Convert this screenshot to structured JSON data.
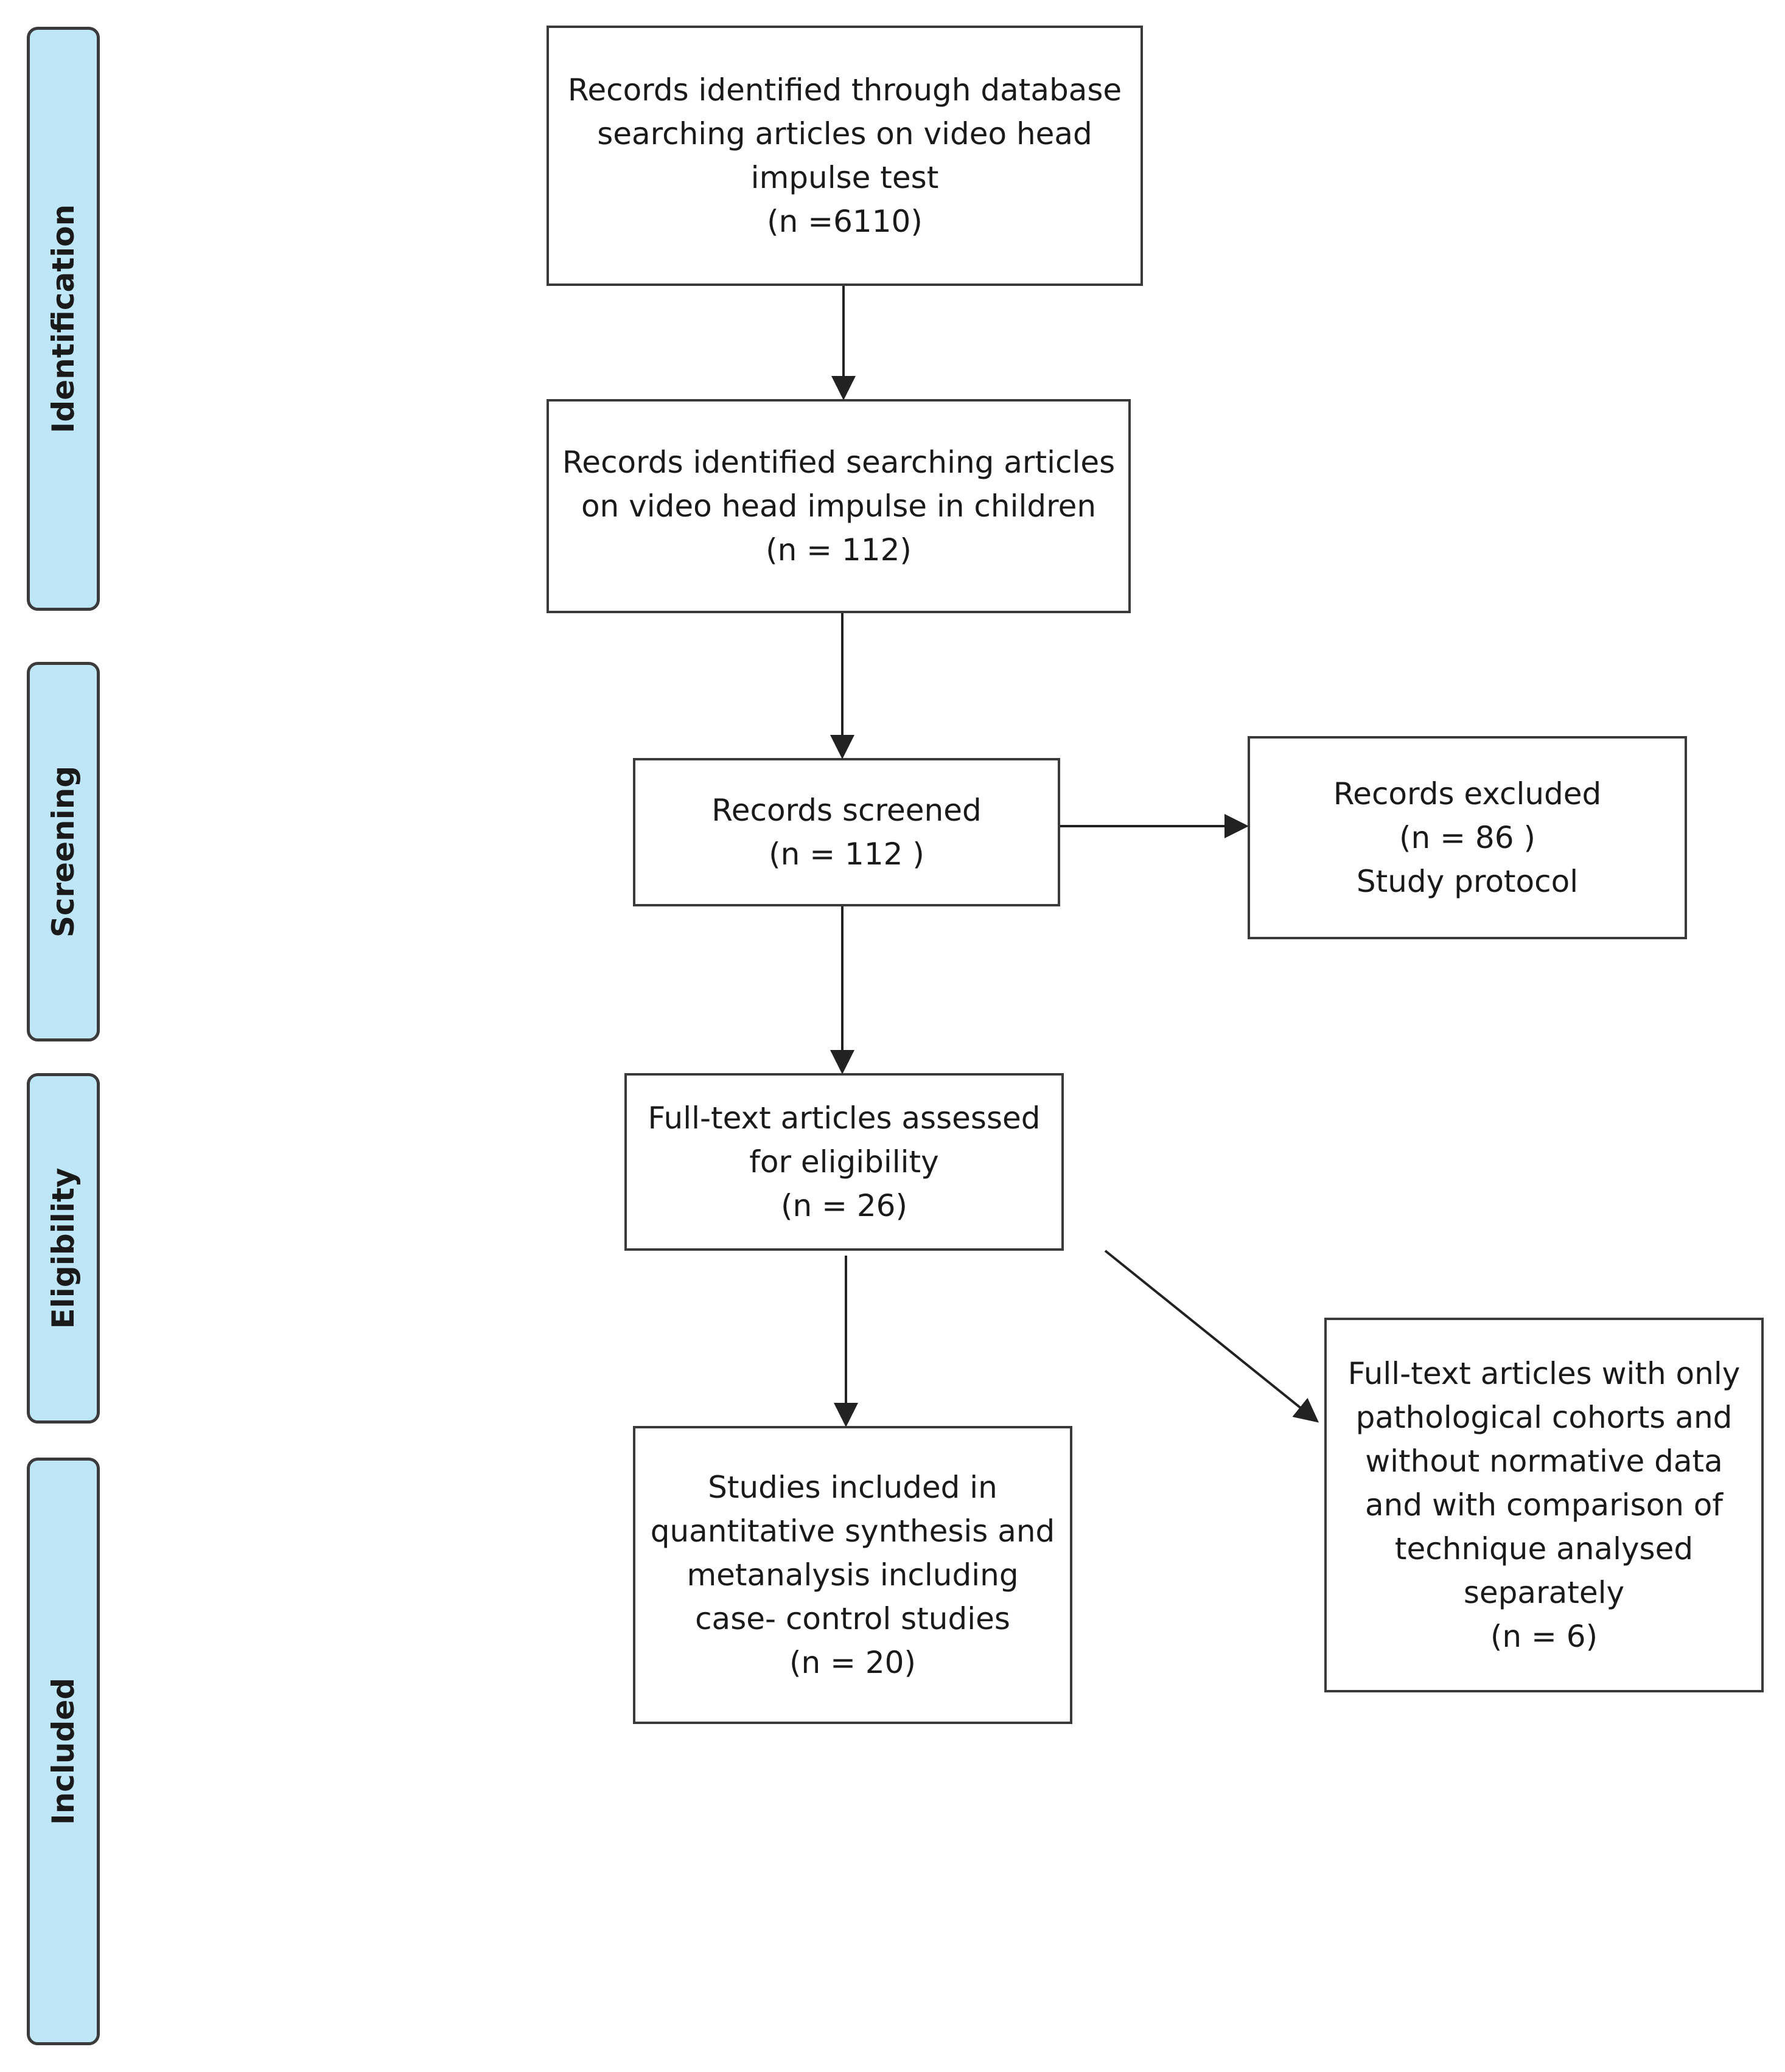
{
  "phases": {
    "identification": "Identification",
    "screening": "Screening",
    "eligibility": "Eligibility",
    "included": "Included"
  },
  "boxes": {
    "identified_db": {
      "line1": "Records identified through database",
      "line2": "searching articles on video head",
      "line3": "impulse test",
      "count": "(n =6110)"
    },
    "identified_children": {
      "line1": "Records identified searching articles",
      "line2": "on video head impulse in children",
      "count": "(n = 112)"
    },
    "screened": {
      "line1": "Records screened",
      "count": "(n = 112 )"
    },
    "excluded": {
      "line1": "Records excluded",
      "count": "(n = 86 )",
      "line2": "Study protocol"
    },
    "full_text": {
      "line1": "Full-text articles assessed",
      "line2": "for eligibility",
      "count": "(n = 26)"
    },
    "included_studies": {
      "line1": "Studies included in",
      "line2": "quantitative synthesis and",
      "line3": "metanalysis including",
      "line4": "case- control studies",
      "count": "(n = 20)"
    },
    "separate": {
      "line1": "Full-text articles with only",
      "line2": "pathological cohorts and",
      "line3": "without normative data",
      "line4": "and with comparison of",
      "line5": "technique analysed",
      "line6": "separately",
      "count": "(n = 6)"
    }
  }
}
